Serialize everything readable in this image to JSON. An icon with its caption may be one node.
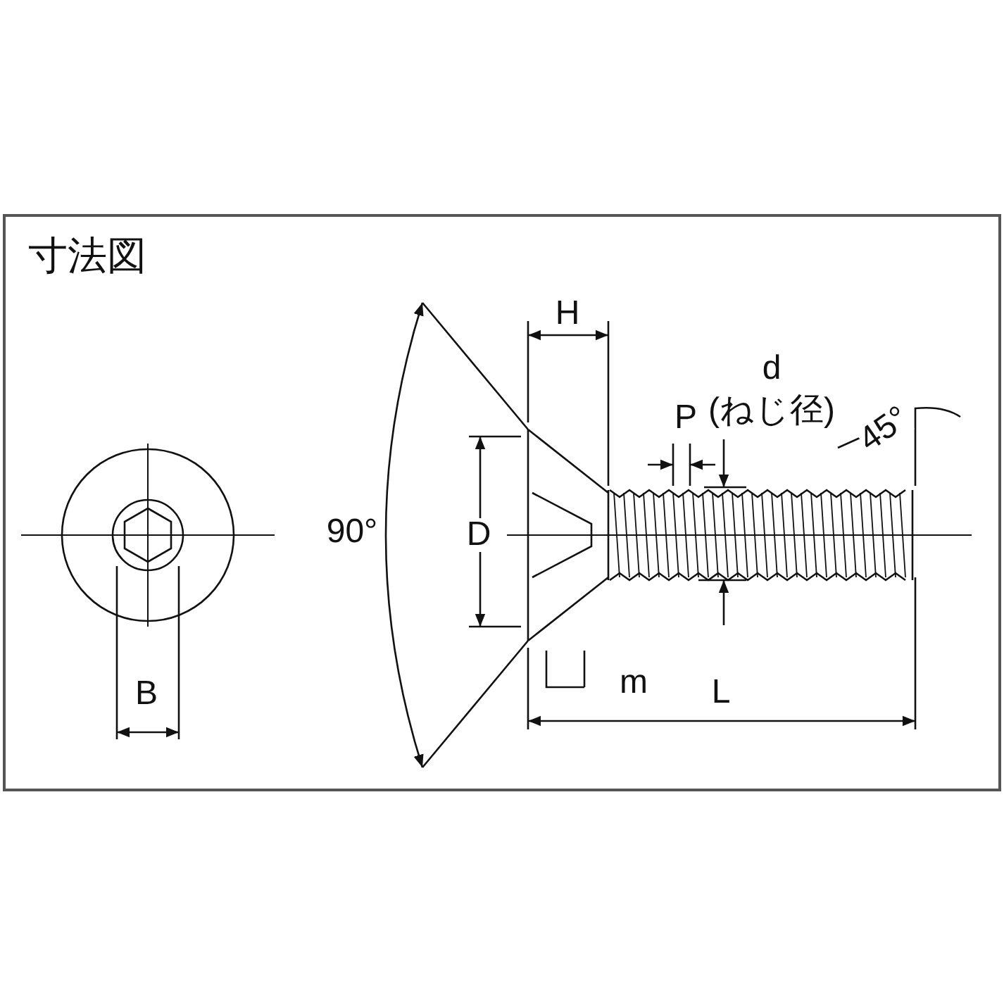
{
  "diagram": {
    "title": "寸法図",
    "labels": [
      "B",
      "90°",
      "H",
      "D",
      "P",
      "d",
      "(ねじ径)",
      "45°",
      "m",
      "L"
    ]
  }
}
